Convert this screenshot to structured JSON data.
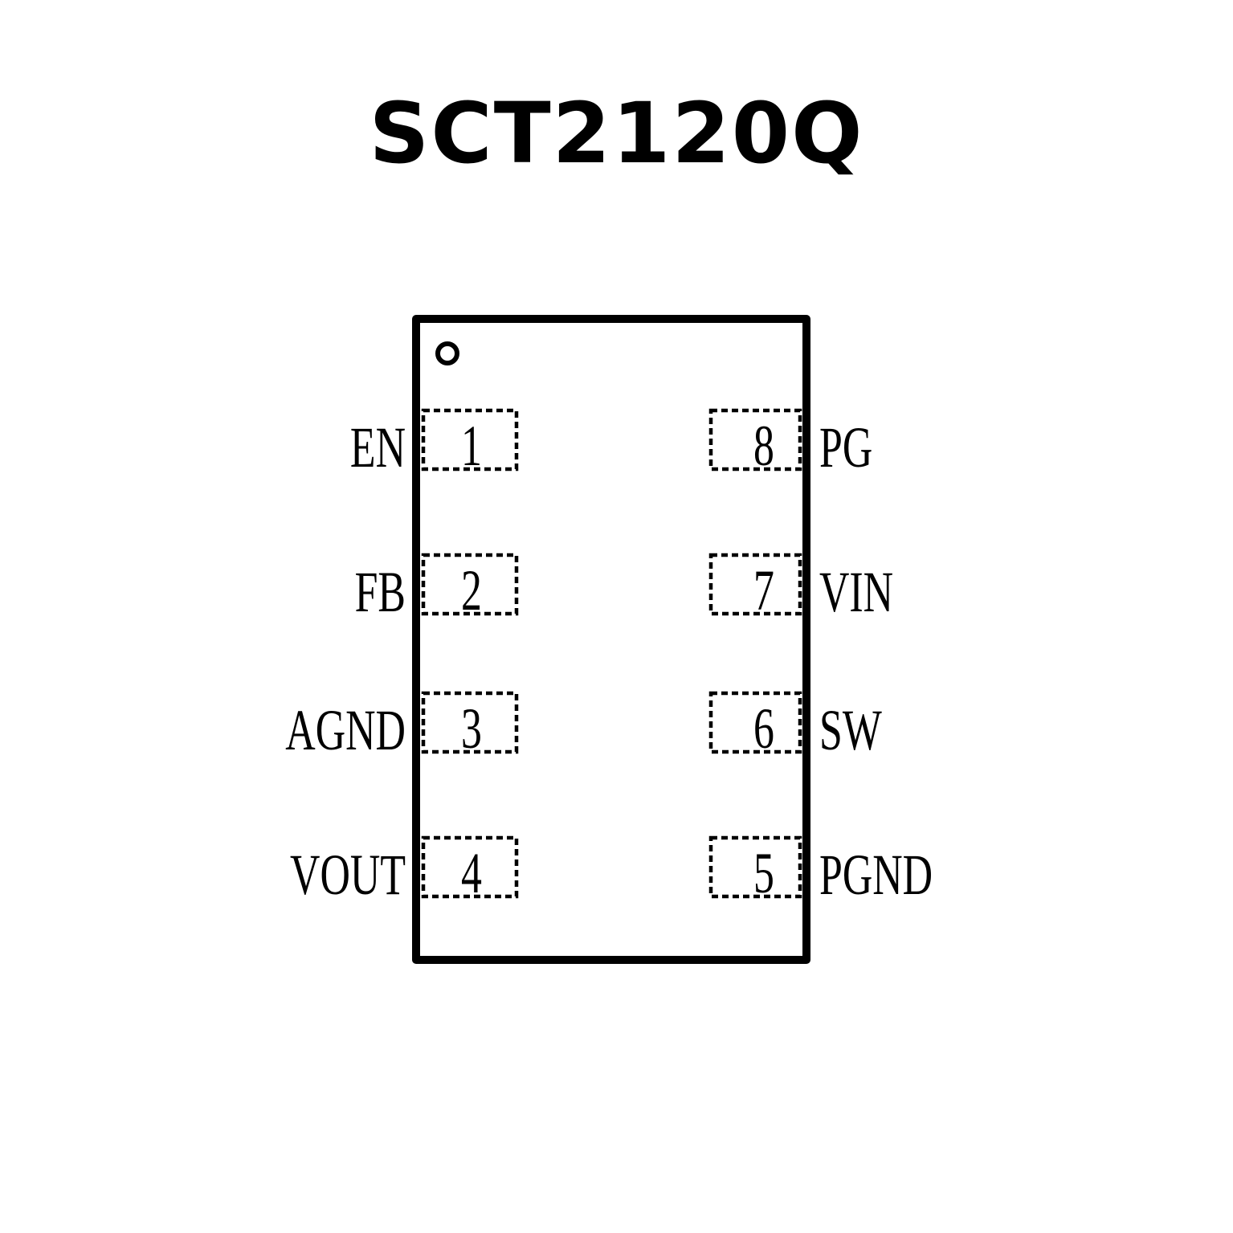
{
  "title": "SCT2120Q",
  "pins": [
    {
      "number": "1",
      "name": "EN",
      "side": "left"
    },
    {
      "number": "2",
      "name": "FB",
      "side": "left"
    },
    {
      "number": "3",
      "name": "AGND",
      "side": "left"
    },
    {
      "number": "4",
      "name": "VOUT",
      "side": "left"
    },
    {
      "number": "5",
      "name": "PGND",
      "side": "right"
    },
    {
      "number": "6",
      "name": "SW",
      "side": "right"
    },
    {
      "number": "7",
      "name": "VIN",
      "side": "right"
    },
    {
      "number": "8",
      "name": "PG",
      "side": "right"
    }
  ]
}
